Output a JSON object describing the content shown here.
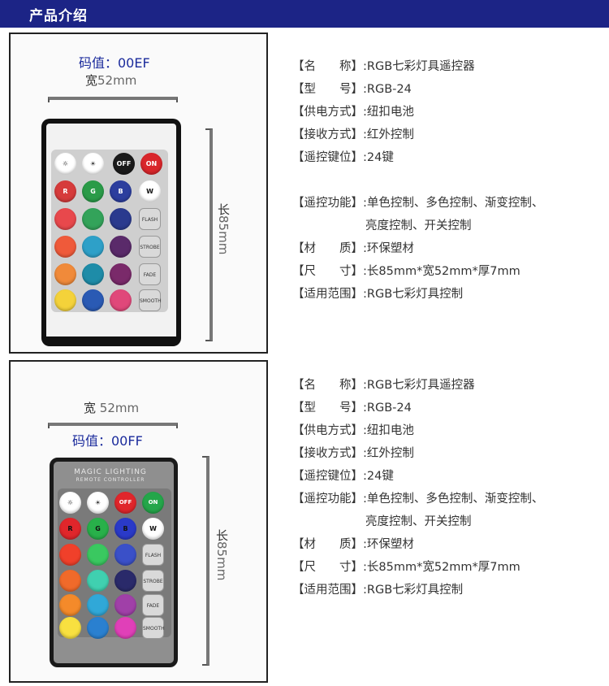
{
  "header": {
    "title": "产品介绍"
  },
  "panel1": {
    "code": "码值：00EF",
    "width_label": {
      "char": "宽",
      "value": "52mm"
    },
    "length_label": {
      "char": "长",
      "value": "85mm"
    },
    "remote": {
      "off": "OFF",
      "on": "ON",
      "r": "R",
      "g": "G",
      "b": "B",
      "w": "W",
      "flash": "FLASH",
      "strobe": "STROBE",
      "fade": "FADE",
      "smooth": "SMOOTH"
    }
  },
  "panel2": {
    "code": "码值：00FF",
    "width_label": {
      "char": "宽",
      "value": " 52mm"
    },
    "length_label": {
      "char": "长",
      "value": "85mm"
    },
    "remote": {
      "brand": "MAGIC LIGHTING",
      "brand_sub": "REMOTE CONTROLLER",
      "r": "R",
      "g": "G",
      "b": "B",
      "w": "W",
      "flash": "FLASH",
      "strobe": "STROBE",
      "fade": "FADE",
      "smooth": "SMOOTH",
      "off": "OFF",
      "on": "ON"
    }
  },
  "specs1": [
    {
      "label": "【名　　称】",
      "value": ":RGB七彩灯具遥控器"
    },
    {
      "label": "【型　　号】",
      "value": ":RGB-24"
    },
    {
      "label": "【供电方式】",
      "value": ":纽扣电池"
    },
    {
      "label": "【接收方式】",
      "value": ":红外控制"
    },
    {
      "label": "【遥控键位】",
      "value": ":24键"
    },
    {
      "label": "【遥控功能】",
      "value": ":单色控制、多色控制、渐变控制、",
      "cont": "亮度控制、开关控制"
    },
    {
      "label": "【材　　质】",
      "value": ":环保塑材"
    },
    {
      "label": "【尺　　寸】",
      "value": ":长85mm*宽52mm*厚7mm"
    },
    {
      "label": "【适用范围】",
      "value": ":RGB七彩灯具控制"
    }
  ],
  "specs2": [
    {
      "label": "【名　　称】",
      "value": ":RGB七彩灯具遥控器"
    },
    {
      "label": "【型　　号】",
      "value": ":RGB-24"
    },
    {
      "label": "【供电方式】",
      "value": ":纽扣电池"
    },
    {
      "label": "【接收方式】",
      "value": ":红外控制"
    },
    {
      "label": "【遥控键位】",
      "value": ":24键"
    },
    {
      "label": "【遥控功能】",
      "value": ":单色控制、多色控制、渐变控制、",
      "cont": "亮度控制、开关控制"
    },
    {
      "label": "【材　　质】",
      "value": ":环保塑材"
    },
    {
      "label": "【尺　　寸】",
      "value": ":长85mm*宽52mm*厚7mm"
    },
    {
      "label": "【适用范围】",
      "value": ":RGB七彩灯具控制"
    }
  ],
  "colors": {
    "header_bg": "#1c2486",
    "code_text": "#1b2b9c"
  }
}
